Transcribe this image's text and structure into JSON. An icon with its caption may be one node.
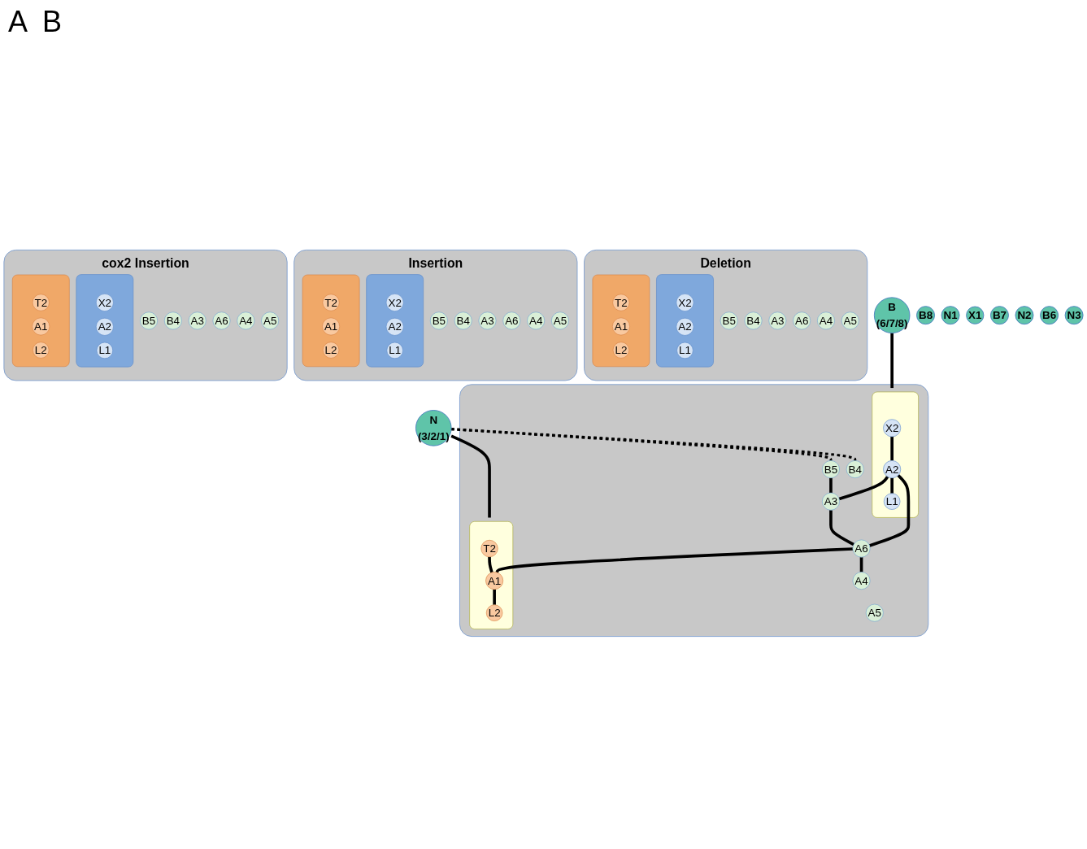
{
  "diagram": {
    "nodes": [
      {
        "text": [
          "B",
          "(6/7/8)"
        ]
      },
      {
        "text": [
          "N",
          "(3/2/1)"
        ]
      },
      {
        "text": [],
        "shape": "box"
      },
      {
        "text": [],
        "shape": "bar",
        "in": 2
      },
      {
        "text": [
          "X2"
        ],
        "in": 3
      },
      {
        "text": [
          "A2"
        ],
        "in": 3
      },
      {
        "text": [
          "L1"
        ],
        "in": 3
      },
      {
        "text": [
          "B5"
        ],
        "in": 2
      },
      {
        "text": [
          "B4"
        ],
        "in": 2
      },
      {
        "text": [
          "A3"
        ],
        "in": 2
      },
      {
        "text": [
          "A6"
        ],
        "in": 2
      },
      {
        "text": [
          "A4"
        ],
        "in": 2
      },
      {
        "text": [
          "A5"
        ],
        "in": 2
      },
      {
        "text": [],
        "shape": "bar",
        "in": 2
      },
      {
        "text": [
          "T2"
        ],
        "in": 13
      },
      {
        "text": [
          "A1"
        ],
        "in": 13
      },
      {
        "text": [
          "L2"
        ],
        "in": 13
      },
      {
        "text": [
          "B8"
        ]
      },
      {
        "text": [
          "N1"
        ]
      },
      {
        "text": [
          "X1"
        ]
      },
      {
        "text": [],
        "shape": "box",
        "beside": [
          "Deletion"
        ]
      },
      {
        "text": [],
        "shape": "bar",
        "in": 20
      },
      {
        "text": [
          "X2"
        ],
        "in": 21
      },
      {
        "text": [
          "A2"
        ],
        "in": 21
      },
      {
        "text": [
          "L1"
        ],
        "in": 21
      },
      {
        "text": [
          "B5"
        ],
        "in": 20
      },
      {
        "text": [
          "B4"
        ],
        "in": 20
      },
      {
        "text": [
          "A3"
        ],
        "in": 20
      },
      {
        "text": [
          "A6"
        ],
        "in": 20
      },
      {
        "text": [
          "A4"
        ],
        "in": 20
      },
      {
        "text": [
          "A5"
        ],
        "in": 20
      },
      {
        "text": [],
        "shape": "bar",
        "in": 20
      },
      {
        "text": [
          "T2"
        ],
        "in": 31
      },
      {
        "text": [
          "A1"
        ],
        "in": 31
      },
      {
        "text": [
          "L2"
        ],
        "in": 31
      },
      {
        "text": [
          "B7"
        ]
      },
      {
        "text": [
          "N2"
        ]
      },
      {
        "text": [],
        "shape": "box",
        "beside": [
          "Insertion"
        ]
      },
      {
        "text": [],
        "shape": "bar",
        "in": 37
      },
      {
        "text": [
          "X2"
        ],
        "in": 38
      },
      {
        "text": [
          "A2"
        ],
        "in": 38
      },
      {
        "text": [
          "L1"
        ],
        "in": 38
      },
      {
        "text": [
          "B5"
        ],
        "in": 37
      },
      {
        "text": [
          "B4"
        ],
        "in": 37
      },
      {
        "text": [
          "A3"
        ],
        "in": 37
      },
      {
        "text": [
          "A6"
        ],
        "in": 37
      },
      {
        "text": [
          "A4"
        ],
        "in": 37
      },
      {
        "text": [
          "A5"
        ],
        "in": 37
      },
      {
        "text": [],
        "shape": "bar",
        "in": 37
      },
      {
        "text": [
          "T2"
        ],
        "in": 48
      },
      {
        "text": [
          "A1"
        ],
        "in": 48
      },
      {
        "text": [
          "L2"
        ],
        "in": 48
      },
      {
        "text": [
          "B6"
        ]
      },
      {
        "text": [
          "N3"
        ]
      },
      {
        "text": [],
        "shape": "box",
        "beside": [
          "cox2 Insertion"
        ]
      },
      {
        "text": [],
        "shape": "bar",
        "in": 54
      },
      {
        "text": [
          "X2"
        ],
        "in": 55
      },
      {
        "text": [
          "A2"
        ],
        "in": 55
      },
      {
        "text": [
          "L1"
        ],
        "in": 55
      },
      {
        "text": [
          "B5"
        ],
        "in": 54
      },
      {
        "text": [
          "B4"
        ],
        "in": 54
      },
      {
        "text": [
          "A3"
        ],
        "in": 54
      },
      {
        "text": [
          "A6"
        ],
        "in": 54
      },
      {
        "text": [
          "A4"
        ],
        "in": 54
      },
      {
        "text": [
          "A5"
        ],
        "in": 54
      },
      {
        "text": [],
        "shape": "bar",
        "in": 54
      },
      {
        "text": [
          "T2"
        ],
        "in": 65
      },
      {
        "text": [
          "A1"
        ],
        "in": 65
      },
      {
        "text": [
          "L2"
        ],
        "in": 65
      }
    ],
    "edges": [
      {
        "from": 0,
        "to": 3,
        "arrow": "none"
      },
      {
        "from": 1,
        "to": 13,
        "arrow": "none"
      },
      {
        "from": 1,
        "to": 7,
        "arrow": "none",
        "style": "dashed"
      },
      {
        "from": 1,
        "to": 8,
        "arrow": "none",
        "style": "dashed"
      },
      {
        "from": 4,
        "to": 5,
        "arrow": "none"
      },
      {
        "from": 5,
        "to": 6,
        "arrow": "none"
      },
      {
        "from": 7,
        "to": 9,
        "arrow": "none"
      },
      {
        "from": 5,
        "to": 9,
        "arrow": "none"
      },
      {
        "from": 5,
        "to": 10,
        "arrow": "none"
      },
      {
        "from": 9,
        "to": 10,
        "arrow": "none"
      },
      {
        "from": 10,
        "to": 15,
        "arrow": "none"
      },
      {
        "from": 10,
        "to": 11,
        "arrow": "none"
      },
      {
        "from": 14,
        "to": 15,
        "arrow": "none"
      },
      {
        "from": 15,
        "to": 16,
        "arrow": "none"
      }
    ],
    "labels": [
      "A",
      "B"
    ]
  }
}
